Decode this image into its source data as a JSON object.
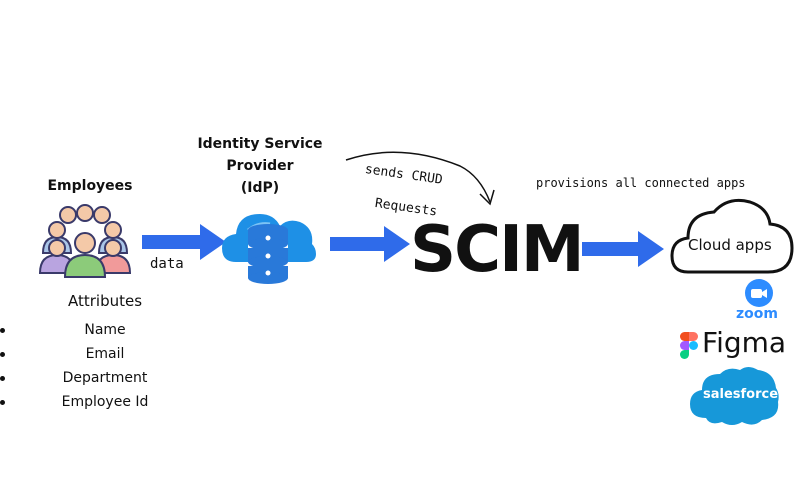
{
  "employees": {
    "title": "Employees",
    "icon": "people-group-icon",
    "attributes_title": "Attributes",
    "attributes": [
      "Name",
      "Email",
      "Department",
      "Employee Id"
    ]
  },
  "edge_data_label": "data",
  "idp": {
    "title_line1": "Identity Service",
    "title_line2": "Provider",
    "title_line3": "(IdP)",
    "icon": "cloud-database-icon"
  },
  "crud_label_line1": "sends CRUD",
  "crud_label_line2": "Requests",
  "scim_label": "SCIM",
  "provision_label": "provisions all connected apps",
  "cloud": {
    "label": "Cloud apps",
    "icon": "cloud-outline-icon"
  },
  "apps": {
    "zoom": "zoom",
    "figma": "Figma",
    "salesforce": "salesforce"
  },
  "colors": {
    "arrow": "#2F6BEA",
    "cloud_blue": "#1E90E6",
    "db_blue": "#2979D9",
    "salesforce_blue": "#1798D9",
    "zoom_blue": "#2D8CFF"
  }
}
